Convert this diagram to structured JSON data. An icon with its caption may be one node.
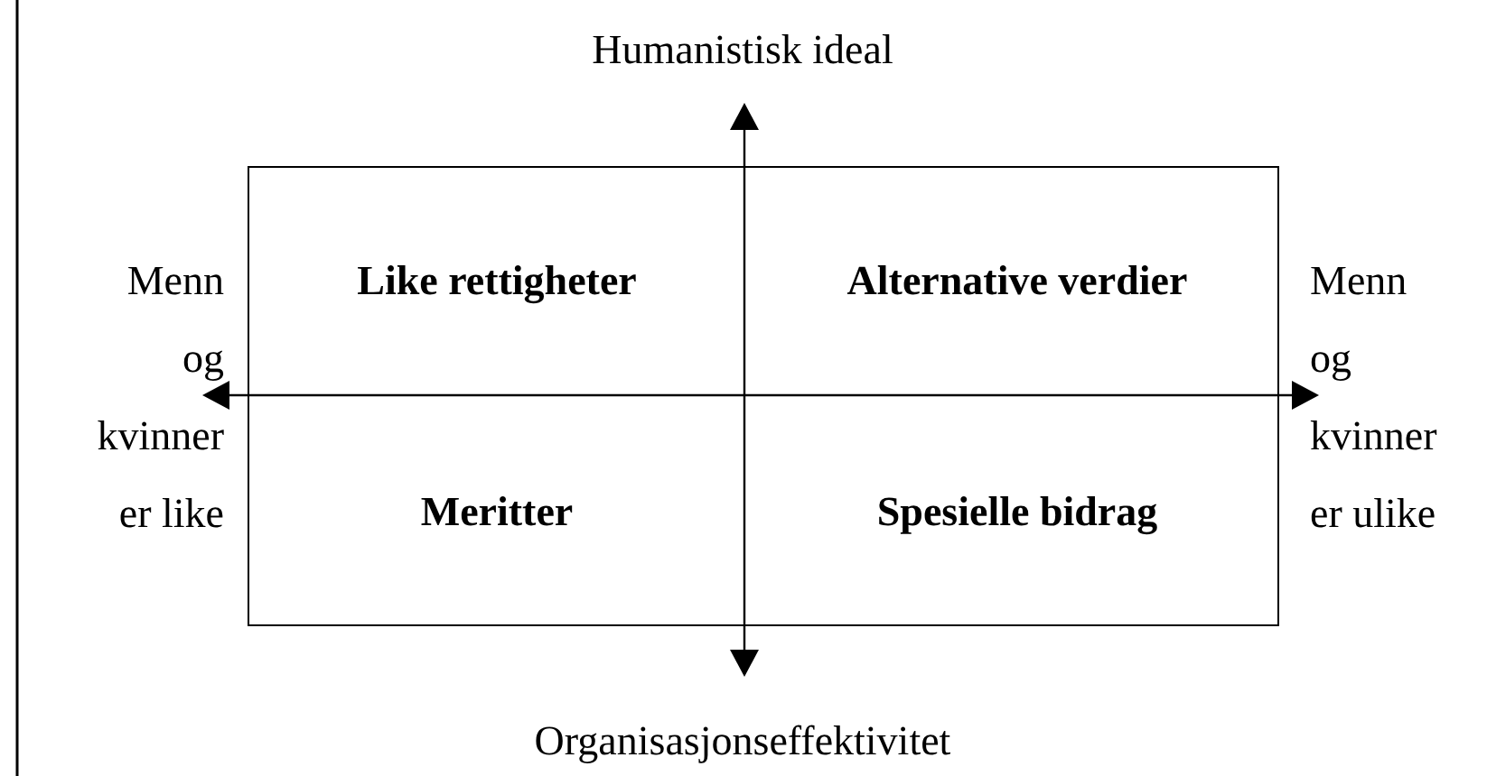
{
  "diagram": {
    "nodes": [
      {
        "text": [
          "Like rettigheter",
          "Alternative verdier",
          "Meritter",
          "Spesielle bidrag"
        ]
      }
    ],
    "labels": [
      "Humanistisk ideal",
      "Menn og kvinner er like",
      "Menn og kvinner er ulike",
      "Organisasjonseffektivitet"
    ]
  }
}
